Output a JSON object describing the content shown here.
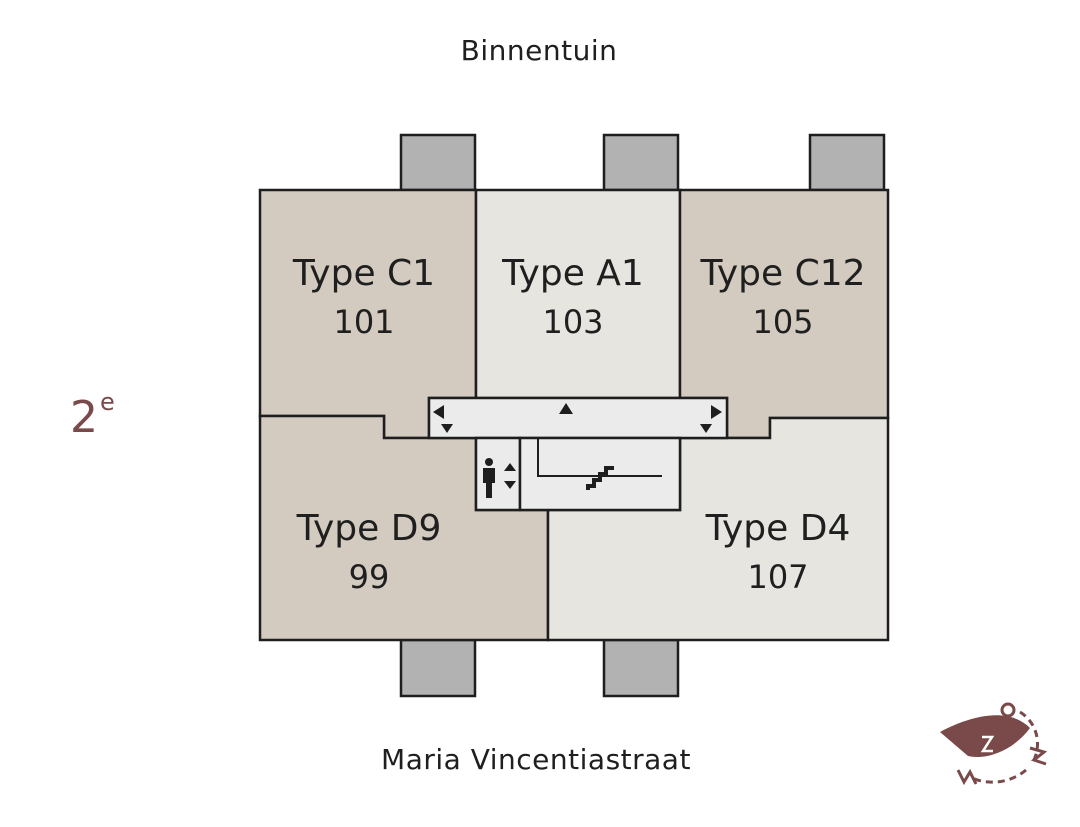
{
  "floor": {
    "number": "2",
    "suffix": "e"
  },
  "streets": {
    "top": "Binnentuin",
    "bottom": "Maria Vincentiastraat"
  },
  "units": [
    {
      "id": "c1",
      "type": "Type C1",
      "number": "101",
      "tone": "dark"
    },
    {
      "id": "a1",
      "type": "Type A1",
      "number": "103",
      "tone": "light"
    },
    {
      "id": "c12",
      "type": "Type C12",
      "number": "105",
      "tone": "dark"
    },
    {
      "id": "d9",
      "type": "Type D9",
      "number": "99",
      "tone": "dark"
    },
    {
      "id": "d4",
      "type": "Type D4",
      "number": "107",
      "tone": "light"
    }
  ],
  "colors": {
    "unit_dark": "#d3cbc0",
    "unit_light": "#e7e5e0",
    "balcony": "#b2b2b2",
    "core": "#ebebeb",
    "stroke": "#1e1e1e",
    "accent": "#7a4a4a"
  },
  "icons": {
    "lift": "elevator-icon",
    "stairs": "stairs-icon",
    "compass": "compass-icon"
  },
  "compass_letters": [
    "O",
    "Z",
    "W",
    "N"
  ]
}
